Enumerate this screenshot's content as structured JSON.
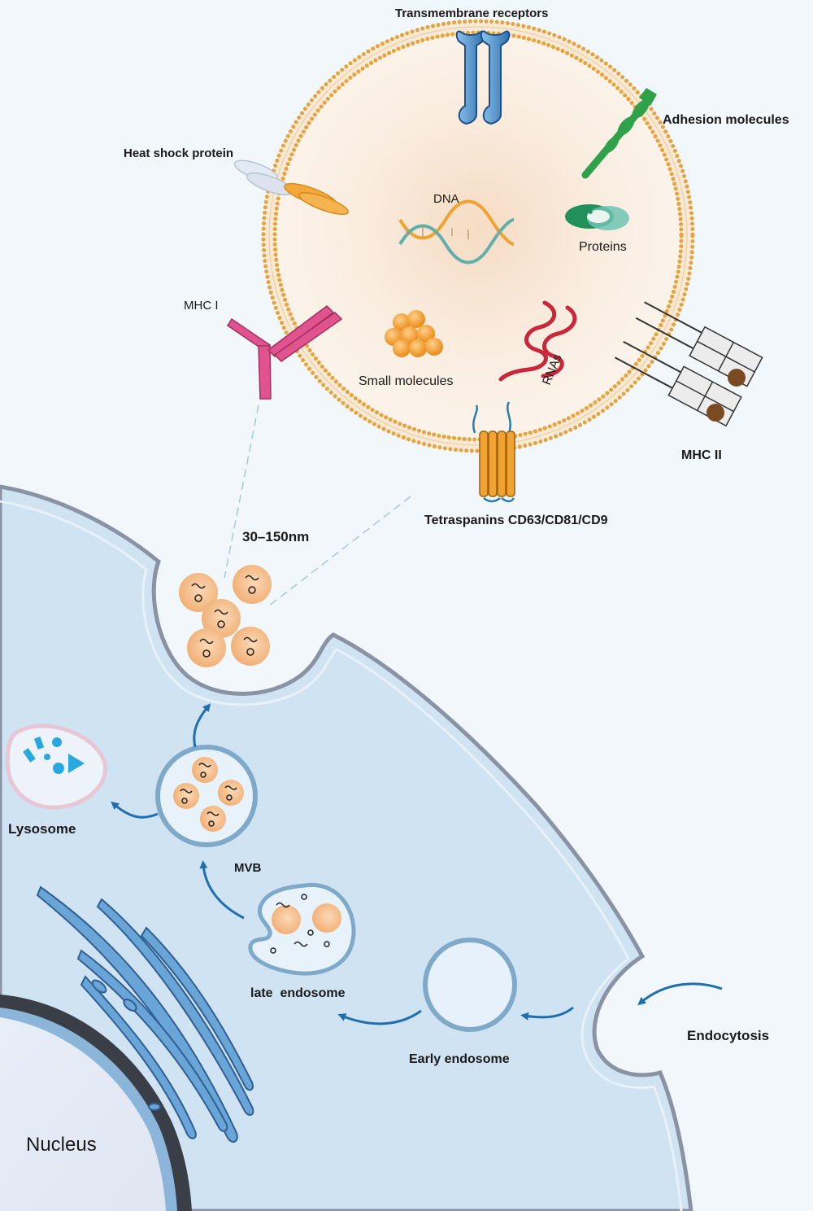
{
  "labels": {
    "transmembrane_receptors": "Transmembrane receptors",
    "adhesion_molecules": "Adhesion molecules",
    "heat_shock_protein": "Heat shock protein",
    "dna": "DNA",
    "proteins": "Proteins",
    "mhc_i": "MHC I",
    "small_molecules": "Small molecules",
    "rnas": "RNAs",
    "mhc_ii": "MHC II",
    "tetraspanins": "Tetraspanins CD63/CD81/CD9",
    "size": "30–150nm",
    "lysosome": "Lysosome",
    "mvb": "MVB",
    "late_endosome": "late  endosome",
    "early_endosome": "Early endosome",
    "endocytosis": "Endocytosis",
    "nucleus": "Nucleus"
  },
  "colors": {
    "background": "#f2f7fb",
    "cytoplasm": "#cfe3f3",
    "membrane": "#8a93a3",
    "arrow": "#1f6fb0",
    "vesicle_orange": "#f4b27a",
    "lipid_head": "#e9a33a",
    "receptor_blue": "#3f86c6",
    "adhesion_green": "#2fa14a",
    "mhc_pink": "#e0538f",
    "rna_red": "#c8283a",
    "tetraspanin_orange": "#f0a232"
  }
}
